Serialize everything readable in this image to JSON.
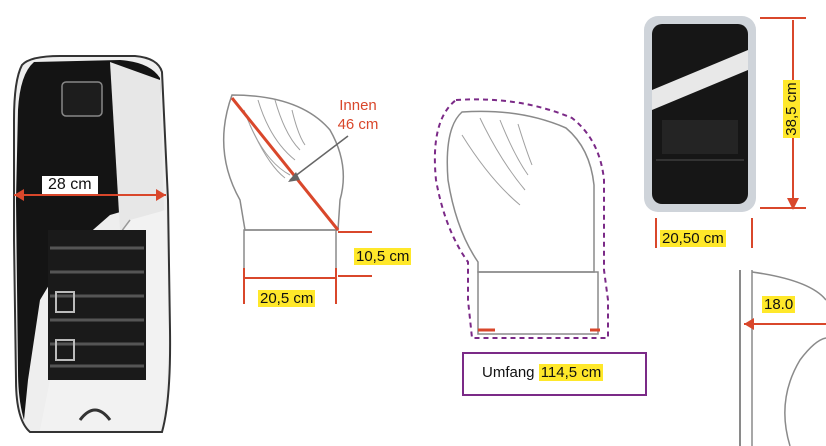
{
  "annotations": {
    "pad_width": "28 cm",
    "innen_line1": "Innen",
    "innen_line2": "46 cm",
    "glove_height": "10,5 cm",
    "glove_width": "20,5 cm",
    "umfang_label": "Umfang",
    "umfang_value": "114,5 cm",
    "blocker_height": "38,5 cm",
    "blocker_width": "20,50 cm",
    "side_width": "18.0"
  },
  "colors": {
    "measure_red": "#d9472b",
    "highlight": "#ffe82a",
    "outline_purple": "#7b2a87",
    "sketch_gray": "#8a8a8a"
  }
}
